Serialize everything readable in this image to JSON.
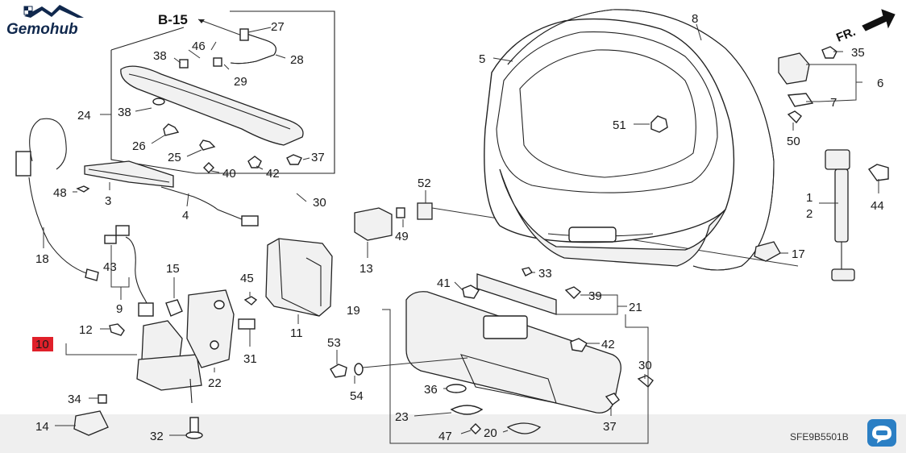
{
  "brand": {
    "logo_text": "Gemohub"
  },
  "reference_code": "SFE9B5501B",
  "section_ref": "B-15",
  "direction_label": "FR.",
  "highlight_color": "#e0202a",
  "callouts": [
    {
      "id": "27",
      "text": "27"
    },
    {
      "id": "8",
      "text": "8"
    },
    {
      "id": "46",
      "text": "46"
    },
    {
      "id": "38a",
      "text": "38"
    },
    {
      "id": "28",
      "text": "28"
    },
    {
      "id": "29",
      "text": "29"
    },
    {
      "id": "5",
      "text": "5"
    },
    {
      "id": "35",
      "text": "35"
    },
    {
      "id": "6",
      "text": "6"
    },
    {
      "id": "7",
      "text": "7"
    },
    {
      "id": "24",
      "text": "24"
    },
    {
      "id": "38b",
      "text": "38"
    },
    {
      "id": "51",
      "text": "51"
    },
    {
      "id": "50",
      "text": "50"
    },
    {
      "id": "26",
      "text": "26"
    },
    {
      "id": "25",
      "text": "25"
    },
    {
      "id": "37a",
      "text": "37"
    },
    {
      "id": "40",
      "text": "40"
    },
    {
      "id": "42a",
      "text": "42"
    },
    {
      "id": "44",
      "text": "44"
    },
    {
      "id": "48",
      "text": "48"
    },
    {
      "id": "3",
      "text": "3"
    },
    {
      "id": "1",
      "text": "1"
    },
    {
      "id": "2",
      "text": "2"
    },
    {
      "id": "52",
      "text": "52"
    },
    {
      "id": "30a",
      "text": "30"
    },
    {
      "id": "4",
      "text": "4"
    },
    {
      "id": "49",
      "text": "49"
    },
    {
      "id": "17",
      "text": "17"
    },
    {
      "id": "18",
      "text": "18"
    },
    {
      "id": "43",
      "text": "43"
    },
    {
      "id": "15",
      "text": "15"
    },
    {
      "id": "13",
      "text": "13"
    },
    {
      "id": "33",
      "text": "33"
    },
    {
      "id": "45",
      "text": "45"
    },
    {
      "id": "41",
      "text": "41"
    },
    {
      "id": "39",
      "text": "39"
    },
    {
      "id": "9",
      "text": "9"
    },
    {
      "id": "19",
      "text": "19"
    },
    {
      "id": "21",
      "text": "21"
    },
    {
      "id": "12",
      "text": "12"
    },
    {
      "id": "11",
      "text": "11"
    },
    {
      "id": "10",
      "text": "10"
    },
    {
      "id": "42b",
      "text": "42"
    },
    {
      "id": "53",
      "text": "53"
    },
    {
      "id": "31",
      "text": "31"
    },
    {
      "id": "30b",
      "text": "30"
    },
    {
      "id": "22",
      "text": "22"
    },
    {
      "id": "36",
      "text": "36"
    },
    {
      "id": "54",
      "text": "54"
    },
    {
      "id": "34",
      "text": "34"
    },
    {
      "id": "23",
      "text": "23"
    },
    {
      "id": "37b",
      "text": "37"
    },
    {
      "id": "14",
      "text": "14"
    },
    {
      "id": "32",
      "text": "32"
    },
    {
      "id": "47",
      "text": "47"
    },
    {
      "id": "20",
      "text": "20"
    }
  ]
}
